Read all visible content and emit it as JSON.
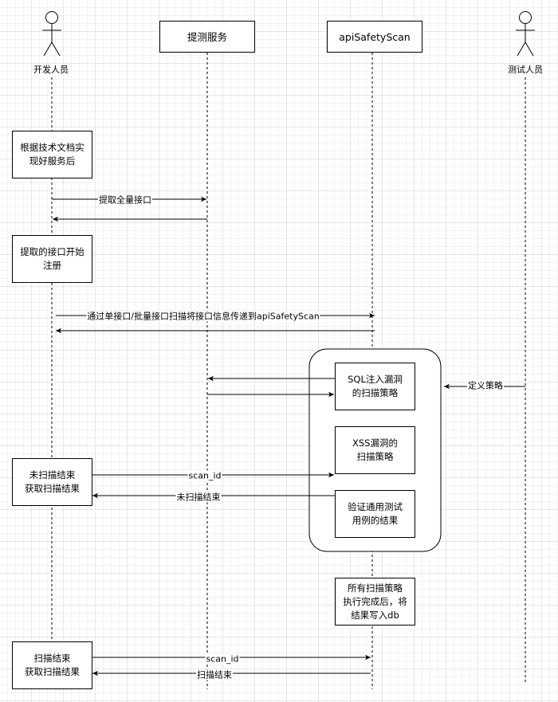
{
  "actors": {
    "developer": "开发人员",
    "tester": "测试人员"
  },
  "participants": {
    "extract_service": "提测服务",
    "scanner": "apiSafetyScan"
  },
  "notes": {
    "implement_service": "根据技术文档实\n现好服务后",
    "start_register": "提取的接口开始\n注册",
    "sql_strategy": "SQL注入漏洞\n的扫描策略",
    "xss_strategy": "XSS漏洞的\n扫描策略",
    "verify_cases": "验证通用测试\n用例的结果",
    "write_db": "所有扫描策略\n执行完成后，将\n结果写入db",
    "unfinished_result": "未扫描结束\n获取扫描结果",
    "finished_result": "扫描结束\n获取扫描结果"
  },
  "messages": {
    "extract_all": "提取全量接口",
    "pass_info": "通过单接口/批量接口扫描将接口信息传递到apiSafetyScan",
    "define_strategy": "定义策略",
    "scan_id_1": "scan_id",
    "not_finished": "未扫描结束",
    "scan_id_2": "scan_id",
    "finished": "扫描结束"
  },
  "colors": {
    "line": "#000000",
    "grid": "#e6e6e6",
    "background": "#ffffff"
  }
}
